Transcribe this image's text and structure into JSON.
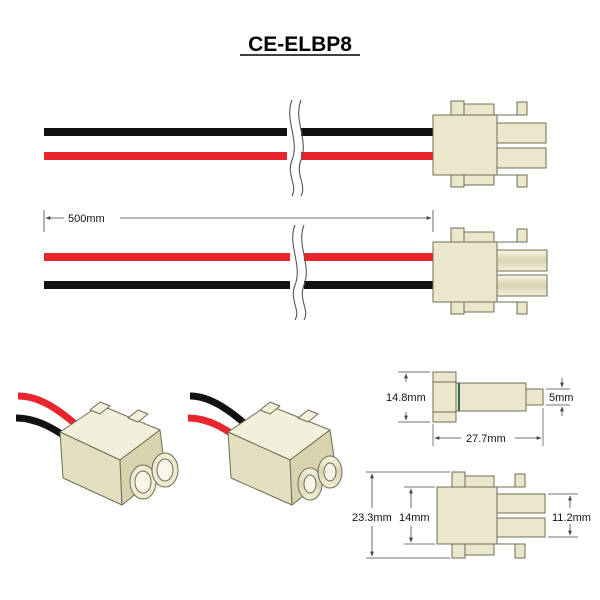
{
  "title": "CE-ELBP8",
  "dimensions": {
    "cable_length": "500mm",
    "connector_height": "14.8mm",
    "pin_diameter": "5mm",
    "connector_length": "27.7mm",
    "overall_height": "23.3mm",
    "body_height": "14mm",
    "pin_span": "11.2mm"
  },
  "colors": {
    "wire_black": "#111111",
    "wire_red": "#e8242c",
    "connector_body": "#ebe7cc",
    "connector_outline": "#6f6c52",
    "dimension_line": "#444444"
  }
}
